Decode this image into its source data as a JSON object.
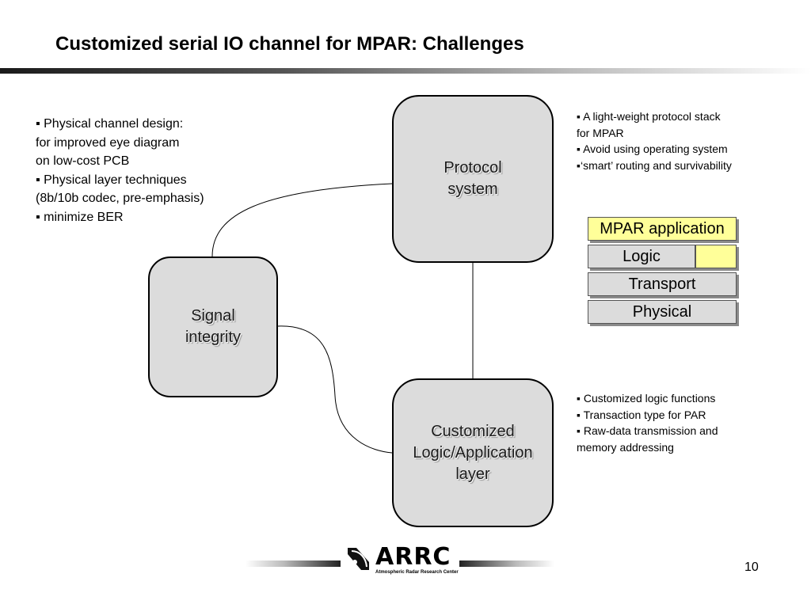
{
  "slide": {
    "title": "Customized serial IO channel for MPAR: Challenges",
    "page_number": "10"
  },
  "nodes": {
    "protocol": "Protocol\nsystem",
    "signal": "Signal\nintegrity",
    "custom": "Customized\nLogic/Application\nlayer"
  },
  "left_list": [
    "▪ Physical channel design:",
    "for improved eye diagram",
    "on low-cost PCB",
    "▪ Physical layer techniques",
    "(8b/10b codec, pre-emphasis)",
    "▪ minimize BER"
  ],
  "right_top_list": [
    "▪ A light-weight protocol stack",
    "for MPAR",
    "▪ Avoid using operating system",
    "▪‘smart’ routing and survivability"
  ],
  "right_bottom_list": [
    "▪ Customized logic functions",
    "▪ Transaction type for PAR",
    "▪  Raw-data transmission and",
    "    memory addressing"
  ],
  "stack": {
    "application": "MPAR application",
    "logic": "Logic",
    "transport": "Transport",
    "physical": "Physical",
    "highlight_color": "#ffff99",
    "layer_color": "#dcdcdc"
  },
  "logo": {
    "name": "ARRC",
    "subtitle": "Atmospheric Radar Research Center",
    "icon": "radar-dish-icon"
  }
}
